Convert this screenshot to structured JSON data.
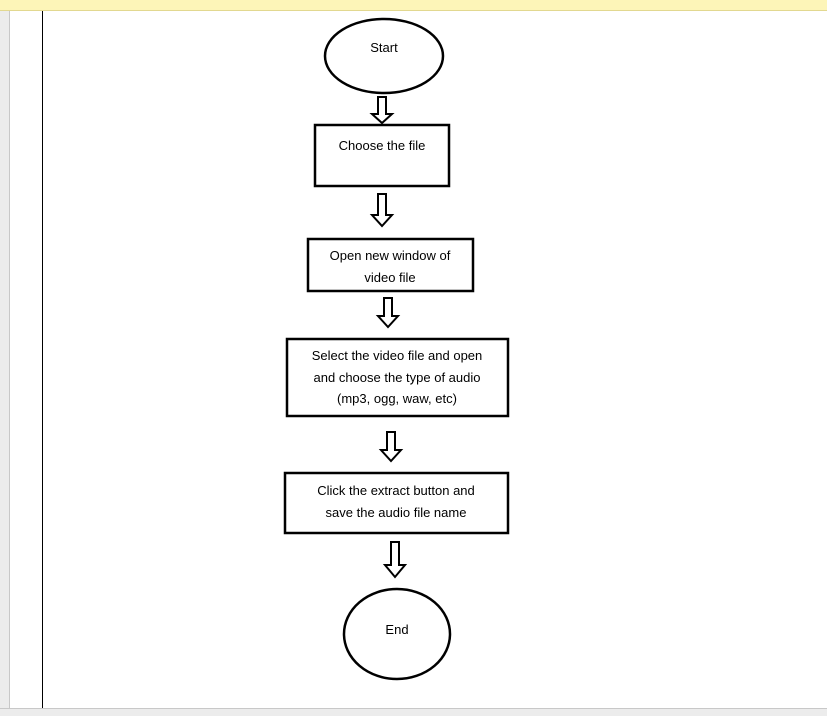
{
  "flowchart": {
    "start": {
      "label": "Start"
    },
    "steps": [
      {
        "lines": [
          "Choose the file"
        ]
      },
      {
        "lines": [
          "Open new window of",
          "video file"
        ]
      },
      {
        "lines": [
          "Select the video file and open",
          "and choose the type of audio",
          "(mp3, ogg, waw, etc)"
        ]
      },
      {
        "lines": [
          "Click the extract button and",
          "save the audio file name"
        ]
      }
    ],
    "end": {
      "label": "End"
    }
  }
}
